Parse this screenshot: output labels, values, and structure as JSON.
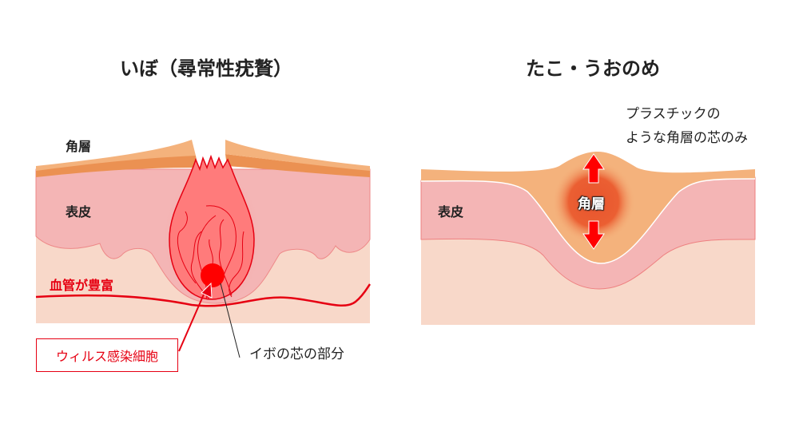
{
  "wart": {
    "title": "いぼ（尋常性疣贅）",
    "stratum_corneum": "角層",
    "epidermis": "表皮",
    "blood_vessels": "血管が豊富",
    "infected_cells": "ウィルス感染細胞",
    "core": "イボの芯の部分"
  },
  "corn": {
    "title": "たこ・うおのめ",
    "epidermis": "表皮",
    "stratum_corneum": "角層",
    "note_line1": "プラスチックの",
    "note_line2": "ような角層の芯のみ"
  },
  "colors": {
    "dermis": "#f8d8c9",
    "epidermis": "#f4b5b5",
    "corneum_light": "#f4b27c",
    "corneum_dark": "#eb9152",
    "wart": "#ff7b7b",
    "red": "#e60012",
    "core_glow": "#e8542e"
  }
}
